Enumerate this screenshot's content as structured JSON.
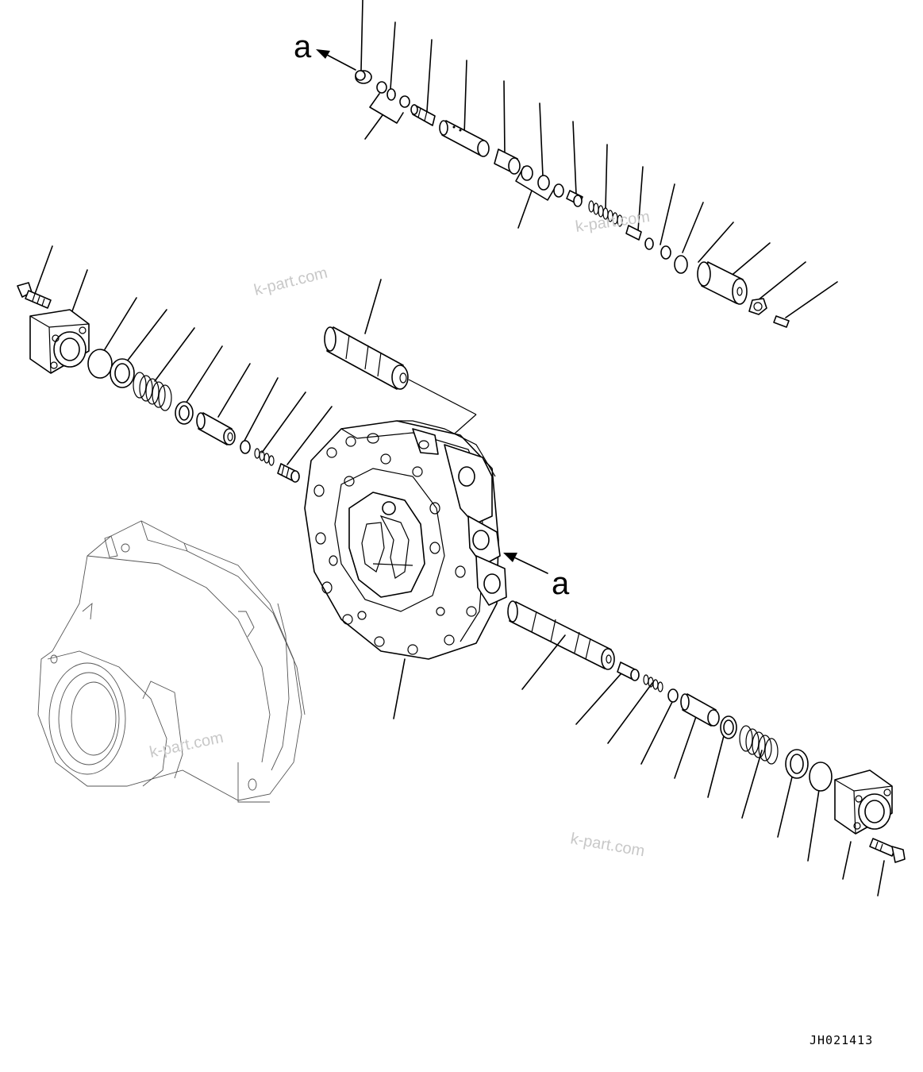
{
  "view_labels": {
    "arrow_top": "a",
    "arrow_side": "a"
  },
  "watermarks": [
    "k-part.com",
    "k-part.com",
    "k-part.com",
    "k-part.com"
  ],
  "drawing_code": "JH021413"
}
